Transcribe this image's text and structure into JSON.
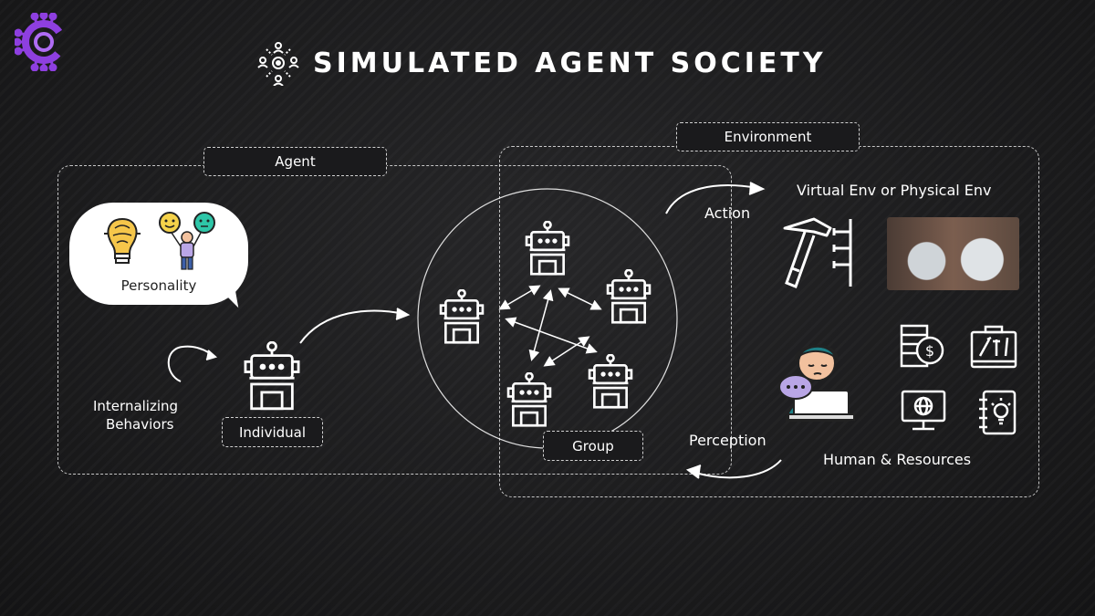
{
  "title": "SIMULATED AGENT SOCIETY",
  "labels": {
    "agent": "Agent",
    "environment": "Environment",
    "personality": "Personality",
    "internalizing_line1": "Internalizing",
    "internalizing_line2": "Behaviors",
    "individual": "Individual",
    "group": "Group",
    "action": "Action",
    "perception": "Perception",
    "virtual_env": "Virtual Env or Physical Env",
    "human_resources": "Human & Resources"
  },
  "colors": {
    "logo_purple": "#8e3fe0",
    "face_yellow": "#f5d24a",
    "face_teal": "#2ec6a8",
    "person_skin": "#f2c19e",
    "person_hair": "#1e7f86",
    "bubble_purple": "#b9a6e6"
  }
}
